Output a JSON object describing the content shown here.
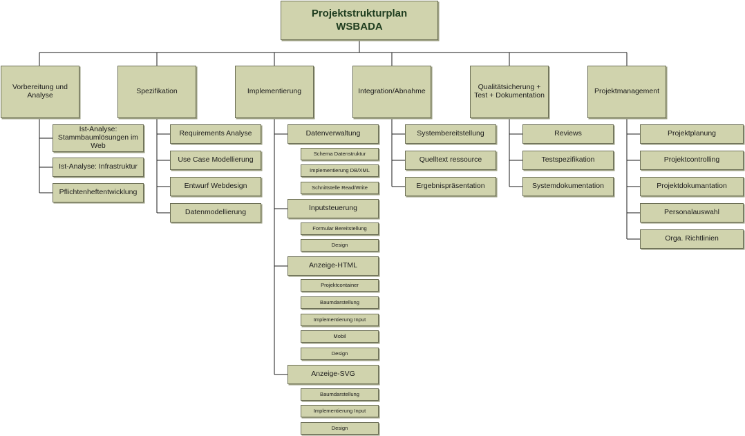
{
  "diagram": {
    "title_line1": "Projektstrukturplan",
    "title_line2": "WSBADA",
    "phases": {
      "vorbereitung": {
        "label": "Vorbereitung und Analyse",
        "items": [
          "Ist-Analyse: Stammbaumlösungen im Web",
          "Ist-Analyse: Infrastruktur",
          "Pflichtenheftentwicklung"
        ]
      },
      "spezifikation": {
        "label": "Spezifikation",
        "items": [
          "Requirements Analyse",
          "Use Case Modellierung",
          "Entwurf Webdesign",
          "Datenmodellierung"
        ]
      },
      "implementierung": {
        "label": "Implementierung",
        "groups": [
          {
            "label": "Datenverwaltung",
            "items": [
              "Schema Datenstruktur",
              "Implementierung DB/XML",
              "Schnittstelle Read/Write"
            ]
          },
          {
            "label": "Inputsteuerung",
            "items": [
              "Formular Bereitstellung",
              "Design"
            ]
          },
          {
            "label": "Anzeige-HTML",
            "items": [
              "Projektcontainer",
              "Baumdarstellung",
              "Implementierung Input",
              "Mobil",
              "Design"
            ]
          },
          {
            "label": "Anzeige-SVG",
            "items": [
              "Baumdarstellung",
              "Implementierung Input",
              "Design"
            ]
          }
        ]
      },
      "integration": {
        "label": "Integration/Abnahme",
        "items": [
          "Systembereitstellung",
          "Quelltext ressource",
          "Ergebnispräsentation"
        ]
      },
      "qualitaet": {
        "label": "Qualitätsicherung + Test + Dokumentation",
        "items": [
          "Reviews",
          "Testspezifikation",
          "Systemdokumentation"
        ]
      },
      "projektmanagement": {
        "label": "Projektmanagement",
        "items": [
          "Projektplanung",
          "Projektcontrolling",
          "Projektdokumantation",
          "Personalauswahl",
          "Orga. Richtlinien"
        ]
      }
    }
  }
}
